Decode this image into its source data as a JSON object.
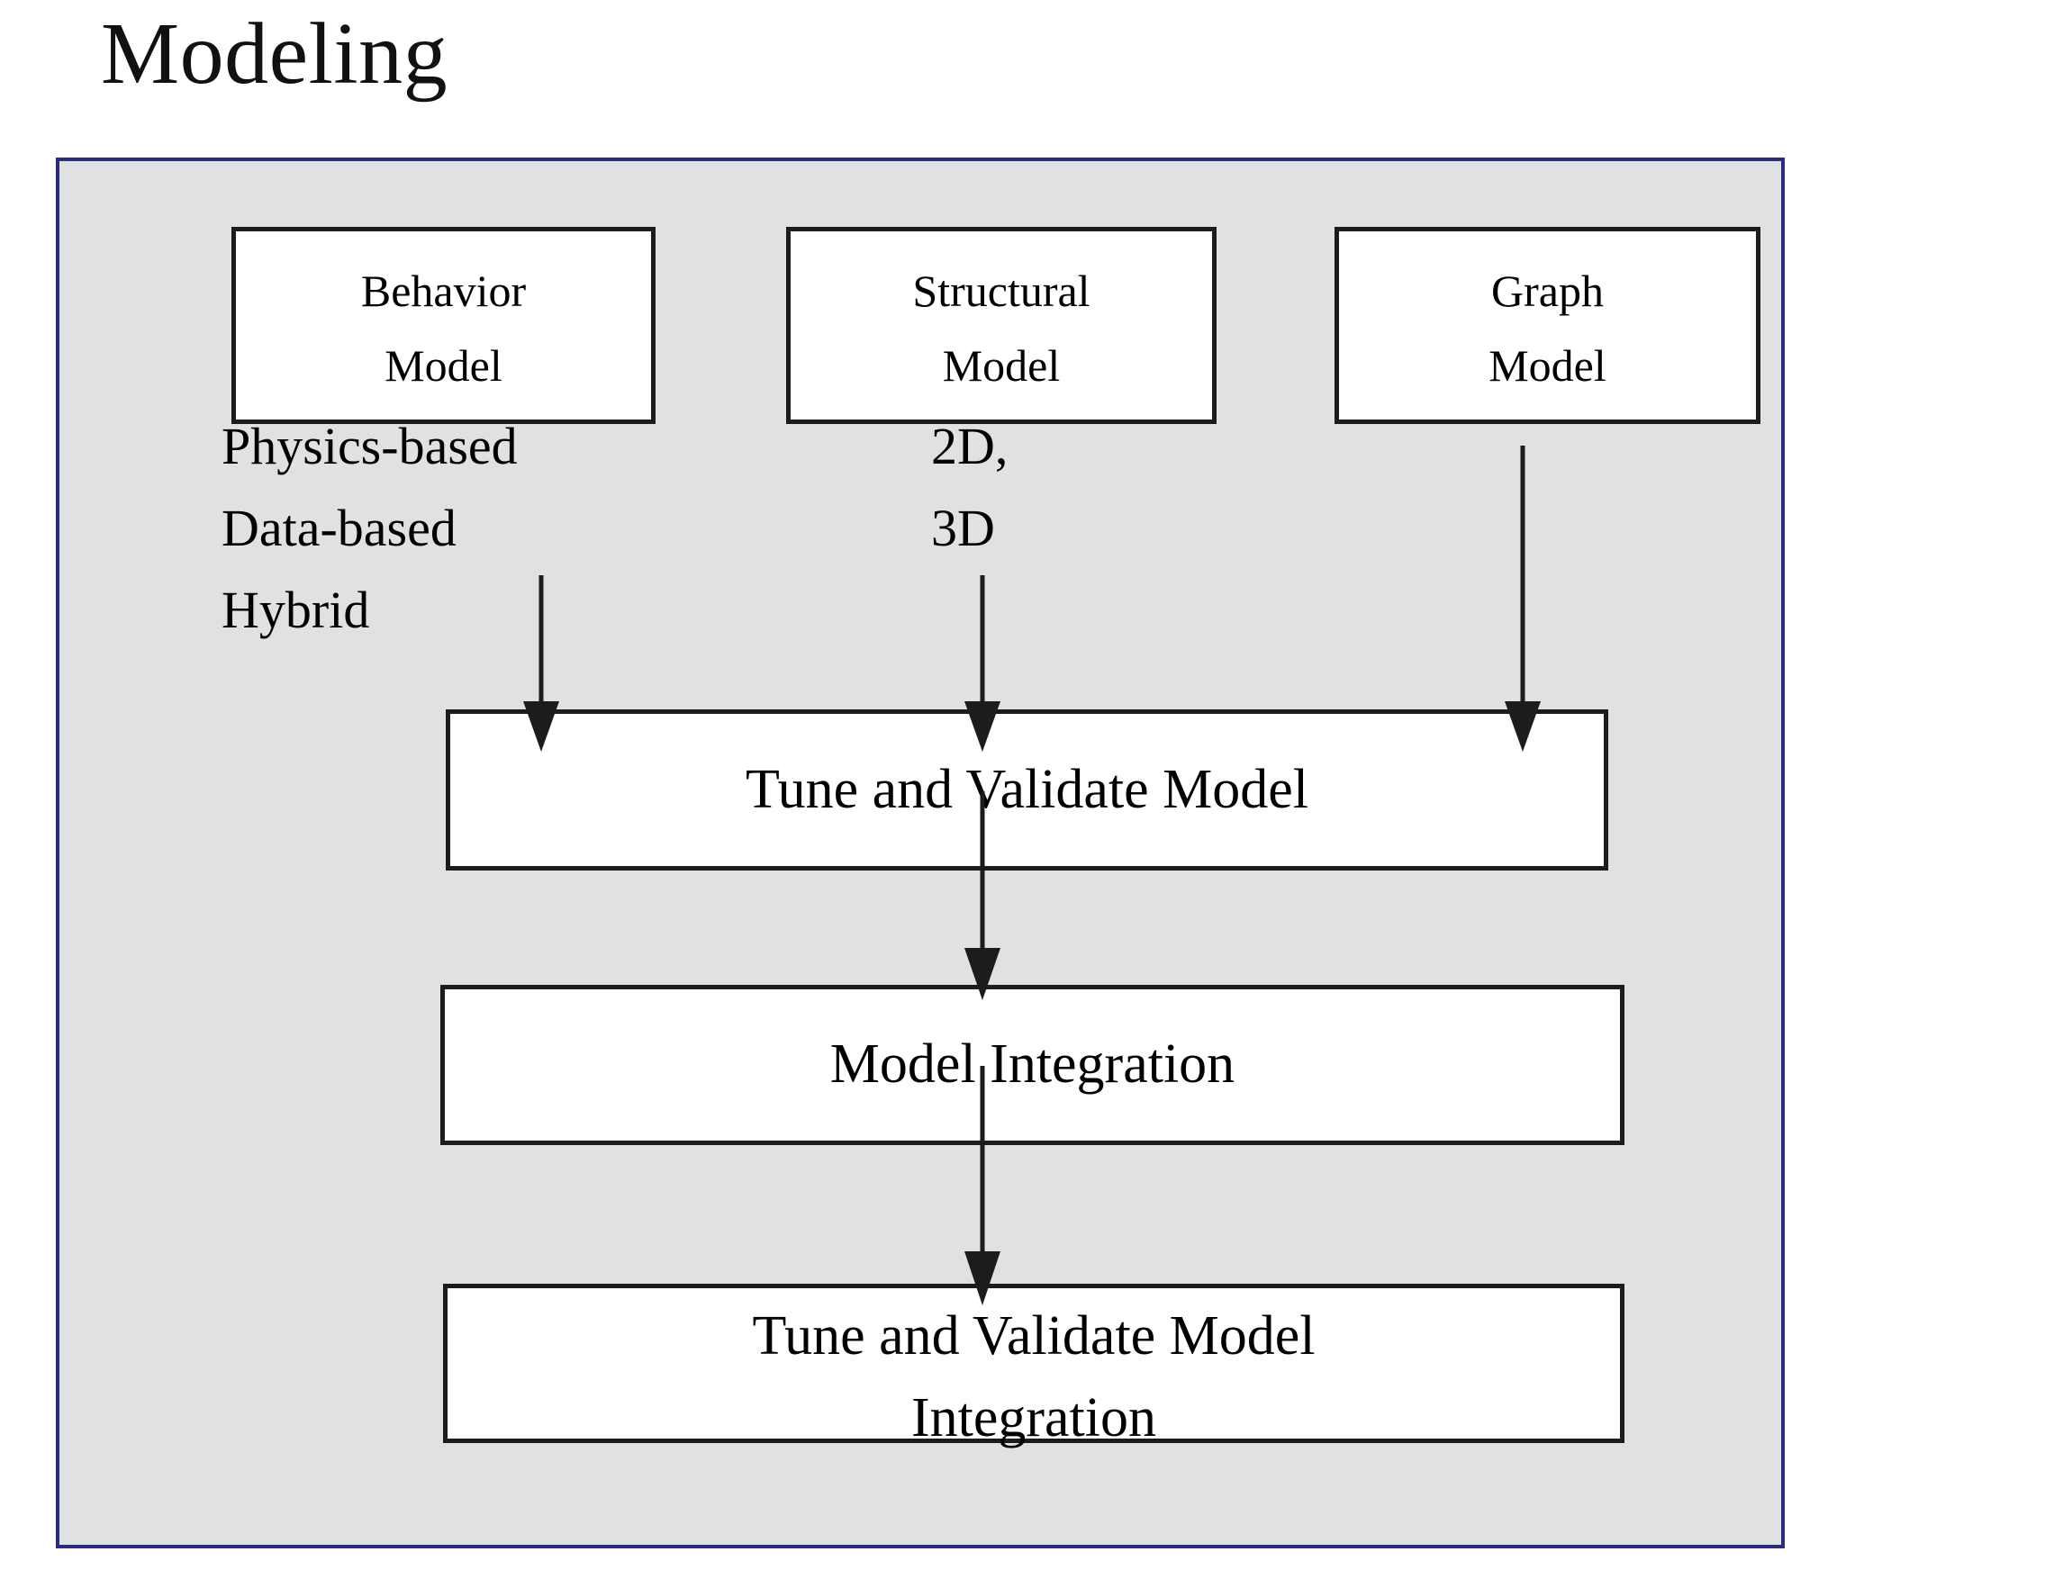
{
  "page": {
    "title": "Modeling",
    "background_color": "#ffffff"
  },
  "panel": {
    "border_color": "#2a2d7c",
    "background_color": "#e0e1e3",
    "box_border_color": "#1c1c1c",
    "box_fill_color": "#ffffff"
  },
  "diagram": {
    "type": "flowchart",
    "source_nodes": [
      {
        "id": "behavior-model",
        "line1": "Behavior",
        "line2": "Model"
      },
      {
        "id": "structural-model",
        "line1": "Structural",
        "line2": "Model"
      },
      {
        "id": "graph-model",
        "line1": "Graph",
        "line2": "Model"
      }
    ],
    "annotations": {
      "behavior": [
        "Physics-based",
        "Data-based",
        "Hybrid"
      ],
      "structural": [
        "2D,",
        "3D"
      ]
    },
    "process_nodes": [
      {
        "id": "tune-validate-model",
        "line1": "Tune and Validate Model",
        "line2": ""
      },
      {
        "id": "model-integration",
        "line1": "Model Integration",
        "line2": ""
      },
      {
        "id": "tune-validate-integration",
        "line1": "Tune and Validate Model",
        "line2": "Integration"
      }
    ],
    "edges": [
      {
        "from": "behavior-model",
        "to": "tune-validate-model"
      },
      {
        "from": "structural-model",
        "to": "tune-validate-model"
      },
      {
        "from": "graph-model",
        "to": "tune-validate-model"
      },
      {
        "from": "tune-validate-model",
        "to": "model-integration"
      },
      {
        "from": "model-integration",
        "to": "tune-validate-integration"
      }
    ]
  }
}
